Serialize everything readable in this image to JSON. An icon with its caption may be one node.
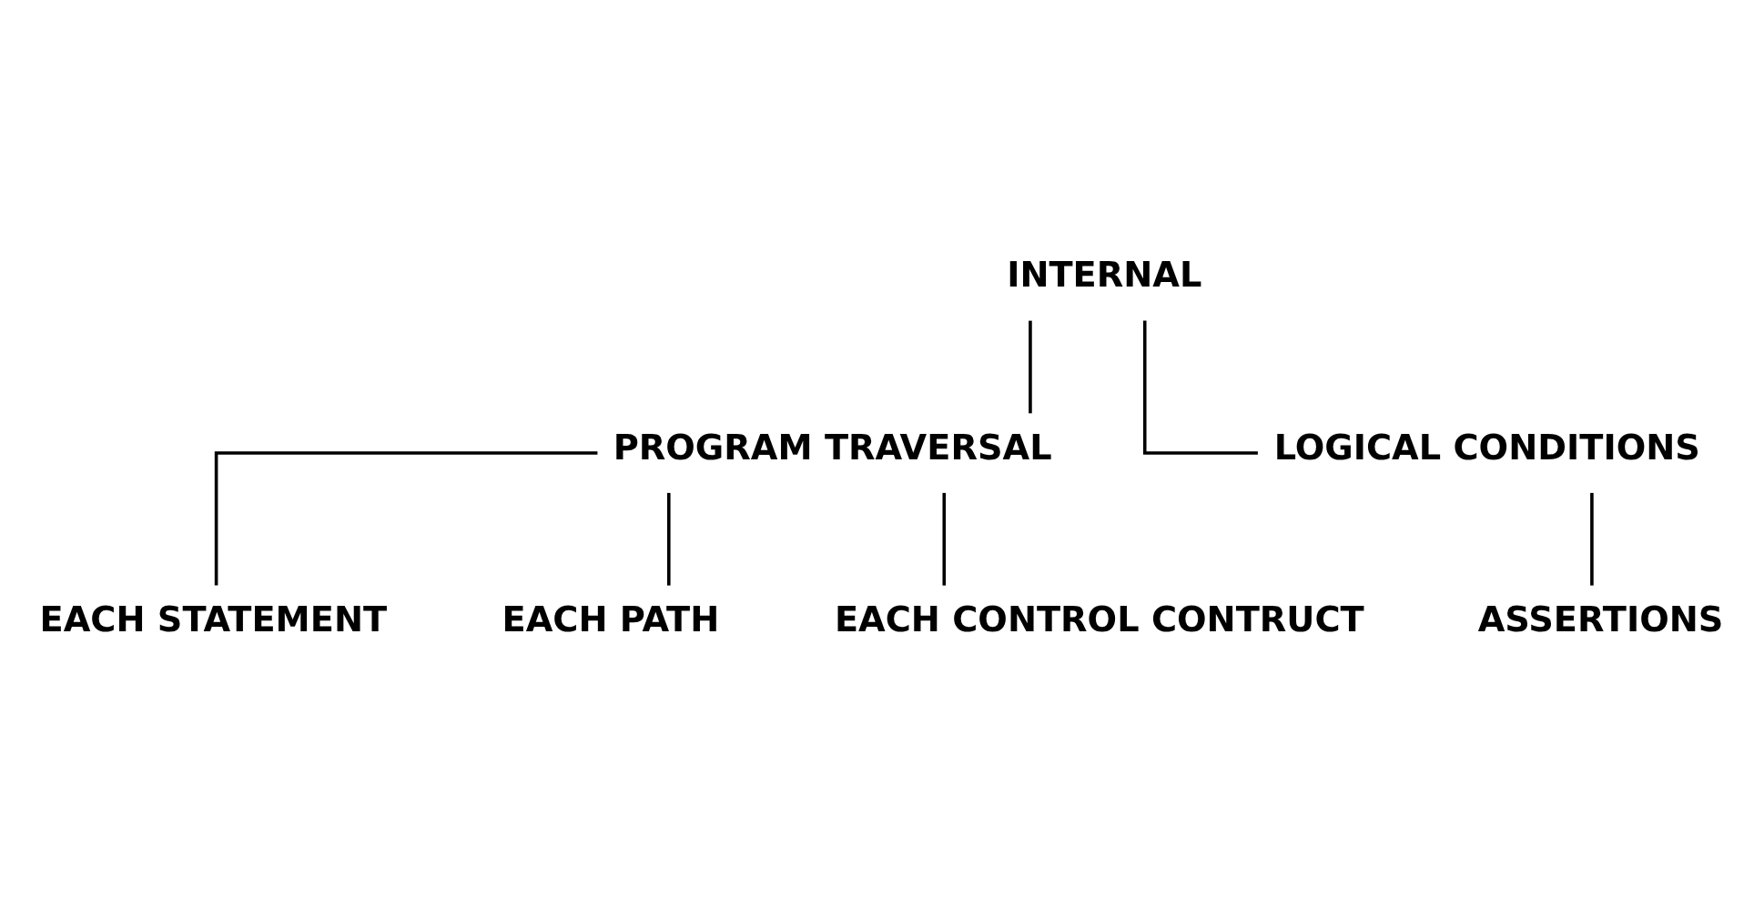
{
  "diagram": {
    "nodes": [
      {
        "text": [
          "INTERNAL"
        ]
      },
      {
        "text": [
          "PROGRAM TRAVERSAL"
        ]
      },
      {
        "text": [
          "LOGICAL CONDITIONS"
        ]
      },
      {
        "text": [
          "EACH STATEMENT"
        ]
      },
      {
        "text": [
          "EACH PATH"
        ]
      },
      {
        "text": [
          "EACH CONTROL CONTRUCT"
        ]
      },
      {
        "text": [
          "ASSERTIONS"
        ]
      }
    ],
    "edges": [
      {
        "from": 0,
        "to": 1,
        "arrow": "none"
      },
      {
        "from": 0,
        "to": 2,
        "arrow": "none"
      },
      {
        "from": 1,
        "to": 3,
        "arrow": "none"
      },
      {
        "from": 1,
        "to": 4,
        "arrow": "none"
      },
      {
        "from": 1,
        "to": 5,
        "arrow": "none"
      },
      {
        "from": 2,
        "to": 6,
        "arrow": "none"
      }
    ]
  }
}
